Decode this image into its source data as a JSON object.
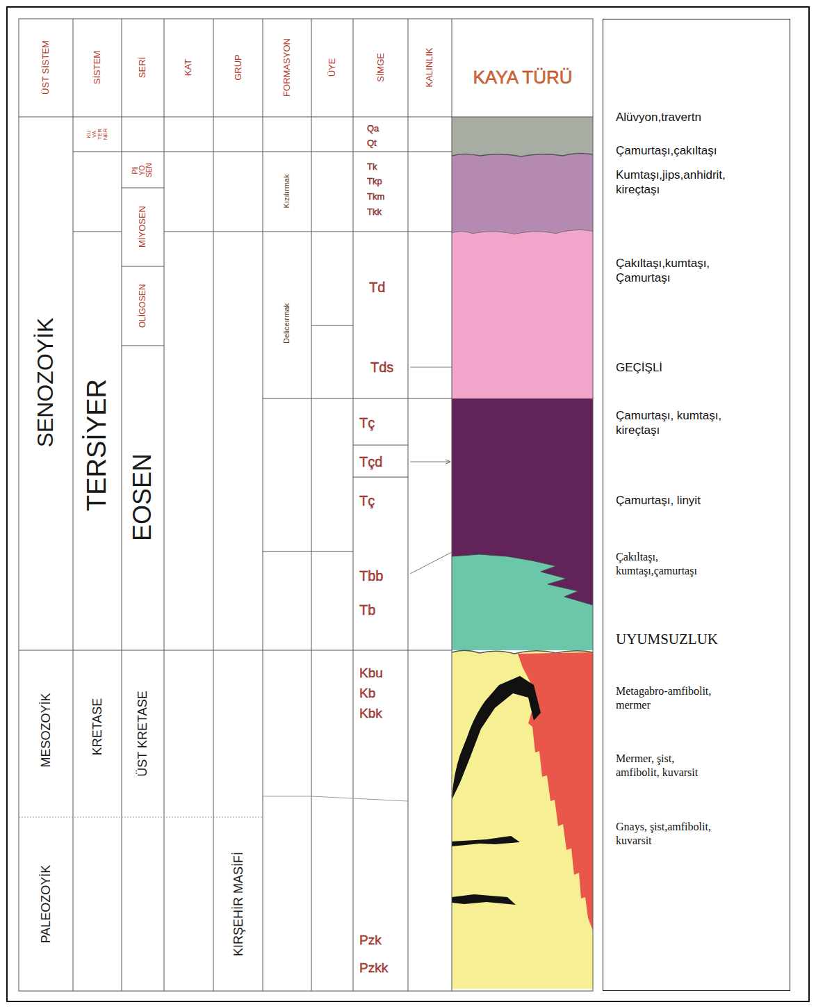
{
  "diagram": {
    "nodes": [
      {
        "text": [
          "Alüvyon,travertn",
          "Çamurtaşı,çakıltaşı",
          "Kumtaşı,jips,anhidrit, kireçtaşı",
          "Çakıltaşı,kumtaşı, Çamurtaşı",
          "GEÇİŞLİ",
          "Çamurtaşı, kumtaşı, kireçtaşı",
          "Çamurtaşı, linyit",
          "Çakıltaşı, kumtaşı,çamurtaşı",
          "UYUMSUZLUK",
          "Metagabro-amfibolit, mermer",
          "Mermer, şist, amfibolit, kuvarsit",
          "Gnays, şist,amfibolit, kuvarsit"
        ]
      }
    ],
    "labels": [
      "ÜST SİSTEM",
      "SİSTEM",
      "SERİ",
      "KAT",
      "GRUP",
      "FORMASYON",
      "ÜYE",
      "SİMGE",
      "KALINLIK",
      "KAYA TÜRÜ",
      "SENOZOYİK",
      "MESOZOYİK",
      "PALEOZOYİK",
      "KU VA TER NER",
      "TERSİYER",
      "KRETASE",
      "Pli YO SEN",
      "MİYOSEN",
      "OLİGOSEN",
      "EOSEN",
      "ÜST KRETASE",
      "KIRŞEHİR MASİFİ",
      "Kızılırmak",
      "Deliceırmak",
      "Qa",
      "Qt",
      "Tk",
      "Tkp",
      "Tkm",
      "Tkk",
      "Td",
      "Tds",
      "Tç",
      "Tçd",
      "Tç",
      "Tbb",
      "Tb",
      "Kbu",
      "Kb",
      "Kbk",
      "Pzk",
      "Pzkk"
    ]
  }
}
